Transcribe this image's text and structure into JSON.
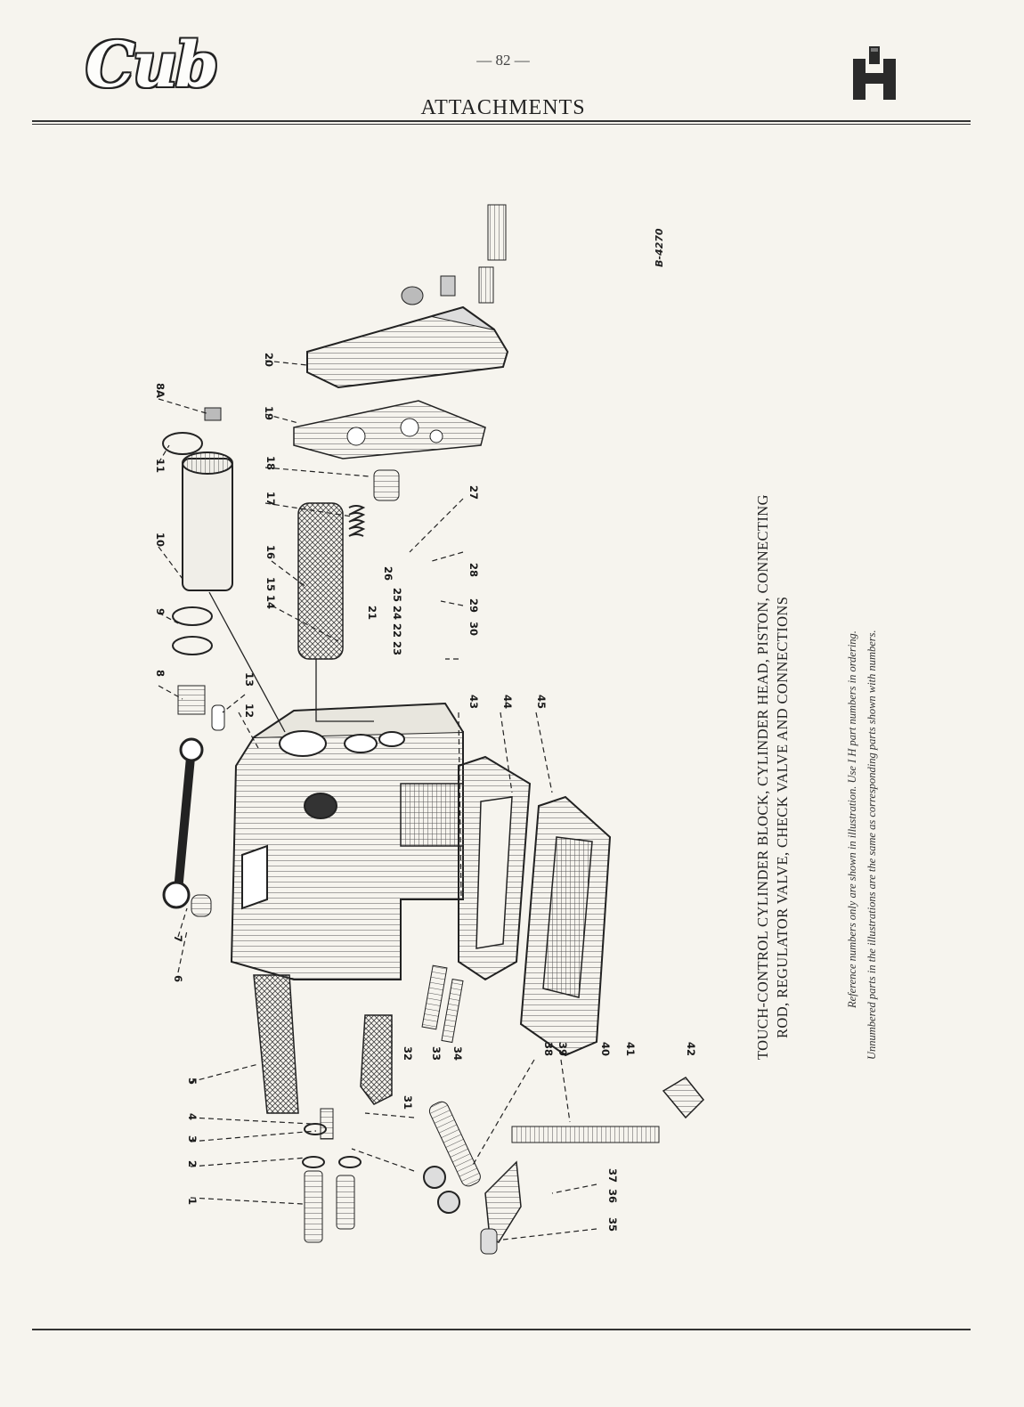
{
  "header": {
    "brand_logo_text": "Cub",
    "page_number": "— 82 —",
    "section_title": "ATTACHMENTS"
  },
  "figure": {
    "reference_code": "B-4270",
    "caption_lines": [
      "TOUCH-CONTROL CYLINDER BLOCK, CYLINDER HEAD, PISTON, CONNECTING",
      "ROD, REGULATOR VALVE, CHECK VALVE AND CONNECTIONS"
    ],
    "notes": [
      "Reference numbers only are shown in illustration.   Use I H part numbers in ordering.",
      "Unnumbered parts in the illustrations are the same as corresponding parts shown with numbers."
    ],
    "callouts": [
      "1",
      "2",
      "3",
      "4",
      "5",
      "6",
      "7",
      "8",
      "8A",
      "9",
      "10",
      "11",
      "12",
      "13",
      "14",
      "15",
      "16",
      "17",
      "18",
      "19",
      "20",
      "21",
      "22",
      "23",
      "24",
      "25",
      "26",
      "27",
      "28",
      "29",
      "30",
      "31",
      "32",
      "33",
      "34",
      "35",
      "36",
      "37",
      "38",
      "39",
      "40",
      "41",
      "42",
      "43",
      "44",
      "45"
    ]
  }
}
